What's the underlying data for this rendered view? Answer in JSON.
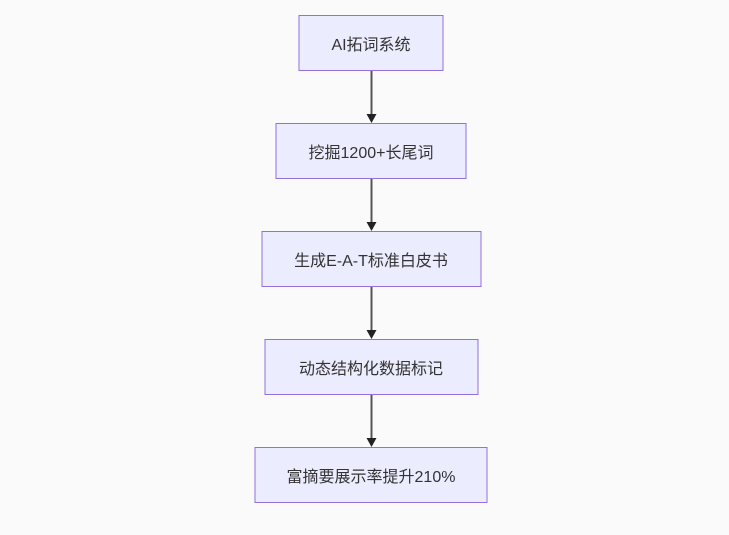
{
  "diagram": {
    "type": "flowchart",
    "direction": "top-down",
    "nodes": [
      {
        "id": "n1",
        "label": "AI拓词系统"
      },
      {
        "id": "n2",
        "label": "挖掘1200+长尾词"
      },
      {
        "id": "n3",
        "label": "生成E-A-T标准白皮书"
      },
      {
        "id": "n4",
        "label": "动态结构化数据标记"
      },
      {
        "id": "n5",
        "label": "富摘要展示率提升210%"
      }
    ],
    "edges": [
      {
        "from": "n1",
        "to": "n2"
      },
      {
        "from": "n2",
        "to": "n3"
      },
      {
        "from": "n3",
        "to": "n4"
      },
      {
        "from": "n4",
        "to": "n5"
      }
    ],
    "colors": {
      "background": "#fafafa",
      "node_fill": "#ececff",
      "node_border": "#9370db",
      "node_text": "#333333",
      "edge_line": "#555555",
      "arrowhead": "#222222"
    }
  }
}
